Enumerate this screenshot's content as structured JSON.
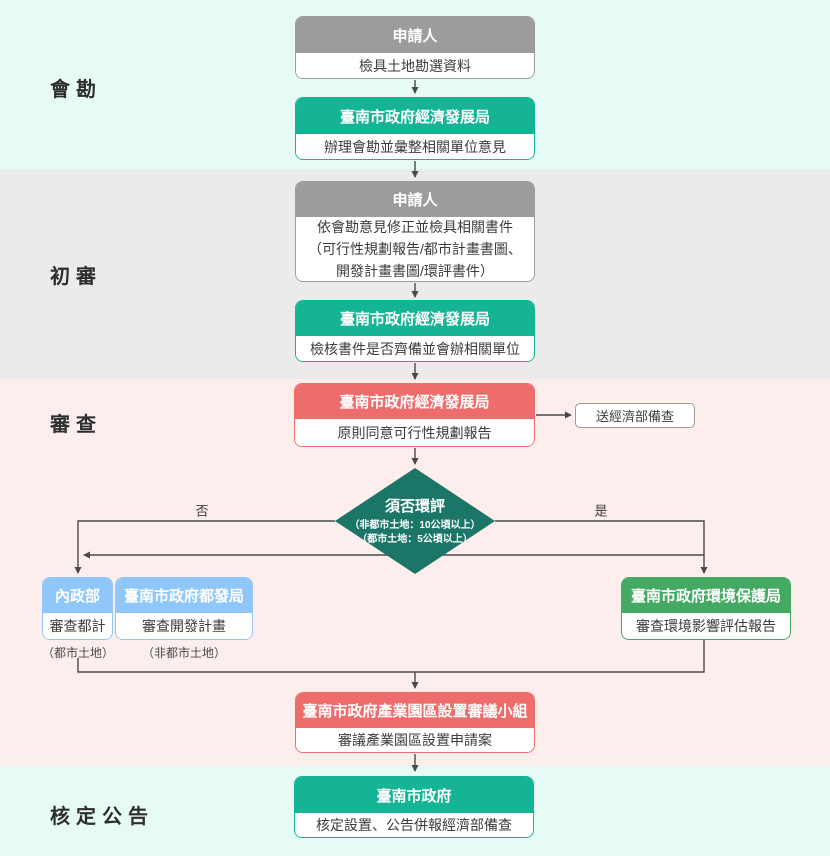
{
  "sections": {
    "survey": "會勘",
    "preliminary": "初審",
    "review": "審查",
    "approval": "核定公告"
  },
  "boxes": {
    "applicant_survey": {
      "header": "申請人",
      "body": "檢具土地勘選資料"
    },
    "edb_survey": {
      "header": "臺南市政府經濟發展局",
      "body": "辦理會勘並彙整相關單位意見"
    },
    "applicant_preliminary": {
      "header": "申請人",
      "body_lines": [
        "依會勘意見修正並檢具相關書件",
        "（可行性規劃報告/都市計畫書圖、",
        "開發計畫書圖/環評書件）"
      ]
    },
    "edb_preliminary": {
      "header": "臺南市政府經濟發展局",
      "body": "檢核書件是否齊備並會辦相關單位"
    },
    "edb_review": {
      "header": "臺南市政府經濟發展局",
      "body": "原則同意可行性規劃報告"
    },
    "moe_filing": {
      "label": "送經濟部備查"
    },
    "moi": {
      "header": "內政部",
      "body": "審查都計",
      "caption": "（都市土地）"
    },
    "udb": {
      "header": "臺南市政府都發局",
      "body": "審查開發計畫",
      "caption": "（非都市土地）"
    },
    "epb": {
      "header": "臺南市政府環境保護局",
      "body": "審查環境影響評估報告"
    },
    "committee": {
      "header": "臺南市政府產業園區設置審議小組",
      "body": "審議產業園區設置申請案"
    },
    "city_gov": {
      "header": "臺南市政府",
      "body": "核定設置、公告併報經濟部備查"
    }
  },
  "decision": {
    "title": "須否環評",
    "line1": "（非都市土地：10公頃以上）",
    "line2": "（都市土地：5公頃以上）",
    "no_label": "否",
    "yes_label": "是"
  },
  "colors": {
    "teal": "#15b495",
    "gray": "#9c9c9c",
    "red": "#ef6c6c",
    "blue": "#90c7fb",
    "green": "#43a963",
    "diamond": "#1b7667",
    "band_mint": "#e6fbf5",
    "band_gray": "#ebebeb",
    "band_pink": "#fdeeee",
    "line": "#4a4a4a"
  }
}
